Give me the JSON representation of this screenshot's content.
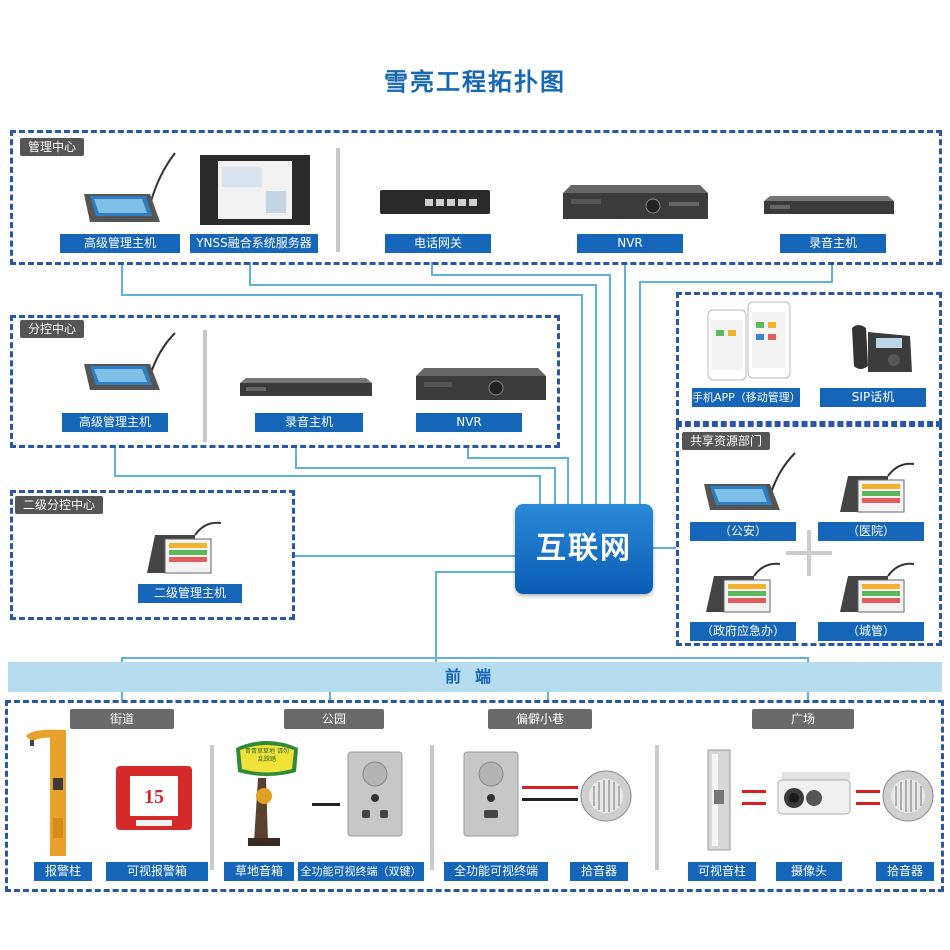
{
  "title": "雪亮工程拓扑图",
  "center": "互联网",
  "management_center": {
    "tag": "管理中心",
    "devices": [
      "高级管理主机",
      "YNSS融合系统服务器",
      "电话网关",
      "NVR",
      "录音主机"
    ]
  },
  "branch_center": {
    "tag": "分控中心",
    "devices": [
      "高级管理主机",
      "录音主机",
      "NVR"
    ]
  },
  "secondary_branch": {
    "tag": "二级分控中心",
    "devices": [
      "二级管理主机"
    ]
  },
  "mobile": {
    "devices": [
      "手机APP（移动管理）",
      "SIP话机"
    ]
  },
  "shared": {
    "tag": "共享资源部门",
    "devices": [
      "（公安）",
      "（医院）",
      "（政府应急办）",
      "（城管）"
    ]
  },
  "front": {
    "bar": "前端",
    "zones": [
      {
        "tag": "街道",
        "devices": [
          "报警柱",
          "可视报警箱"
        ]
      },
      {
        "tag": "公园",
        "devices": [
          "草地音箱",
          "全功能可视终端（双键）"
        ]
      },
      {
        "tag": "偏僻小巷",
        "devices": [
          "全功能可视终端",
          "拾音器"
        ]
      },
      {
        "tag": "广场",
        "devices": [
          "可视音柱",
          "摄像头",
          "拾音器"
        ]
      }
    ]
  },
  "misc": {
    "alarm_box_number": "15",
    "grass_sign": "青青草草地 请勿乱踩踏"
  },
  "colors": {
    "line": "#5fb2dc",
    "dashed_border": "#2a56a6",
    "label_bg": "#1565b8",
    "title": "#1768b3"
  }
}
